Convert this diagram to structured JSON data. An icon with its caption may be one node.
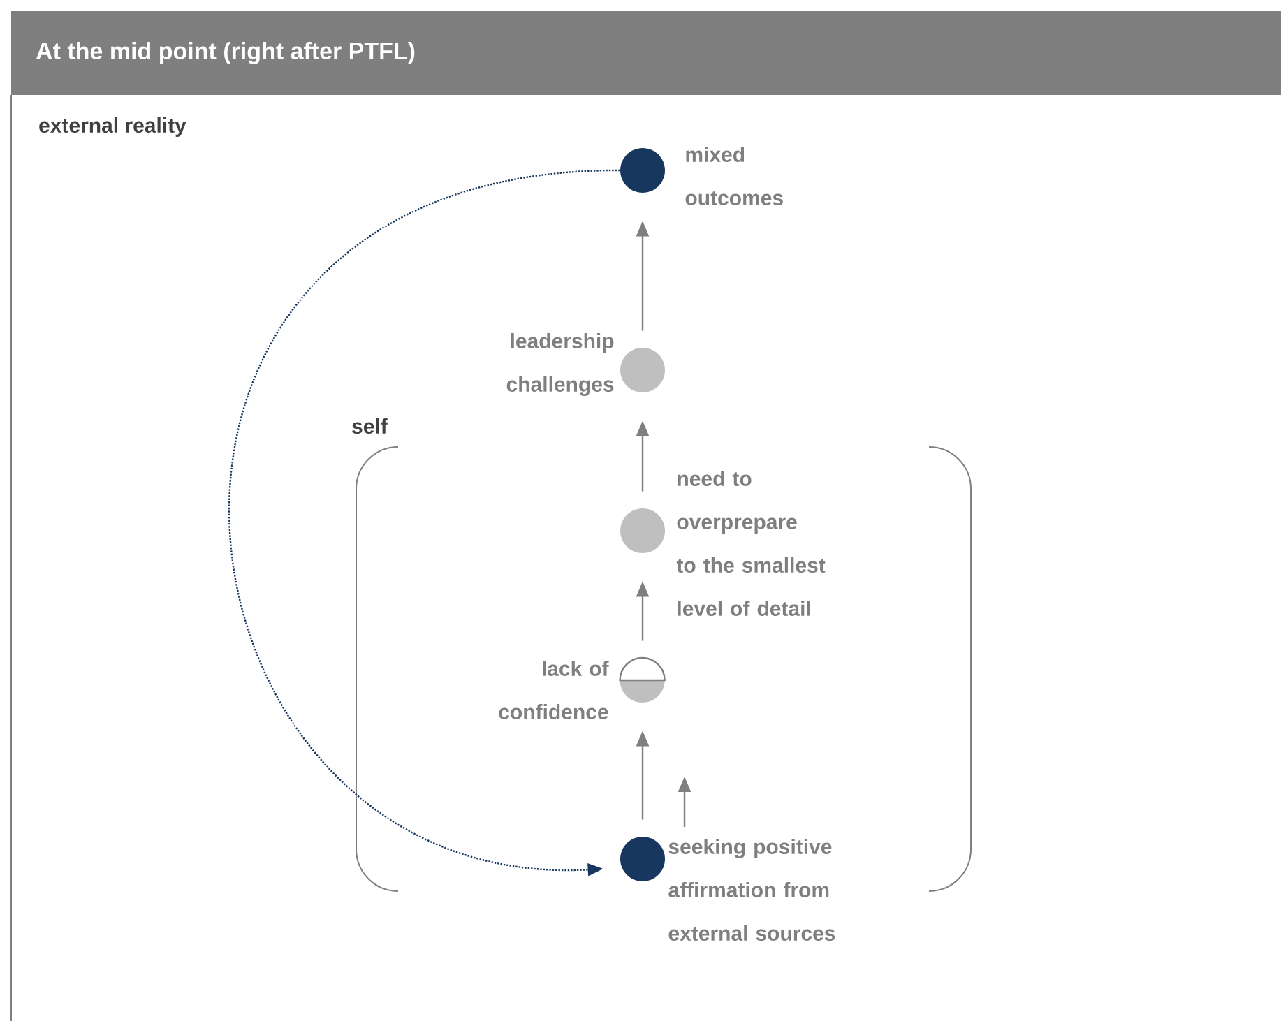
{
  "diagram": {
    "title": "At the mid point (right after PTFL)",
    "nodes": [
      {
        "text": [
          "mixed outcomes"
        ]
      },
      {
        "text": [
          "leadership challenges"
        ]
      },
      {
        "text": [
          "need to overprepare to the smallest level of detail"
        ]
      },
      {
        "text": [
          "lack of confidence"
        ]
      },
      {
        "text": [
          "seeking positive affirmation from external sources"
        ]
      }
    ],
    "edges": [
      {
        "from": 4,
        "to": 3,
        "arrow": "to"
      },
      {
        "from": 3,
        "to": 2,
        "arrow": "to"
      },
      {
        "from": 2,
        "to": 1,
        "arrow": "to"
      },
      {
        "from": 1,
        "to": 0,
        "arrow": "to"
      },
      {
        "from": 0,
        "to": 4,
        "arrow": "to",
        "style": "dashed",
        "color": "#17375e"
      }
    ],
    "labels": [
      "external reality",
      "self"
    ]
  }
}
